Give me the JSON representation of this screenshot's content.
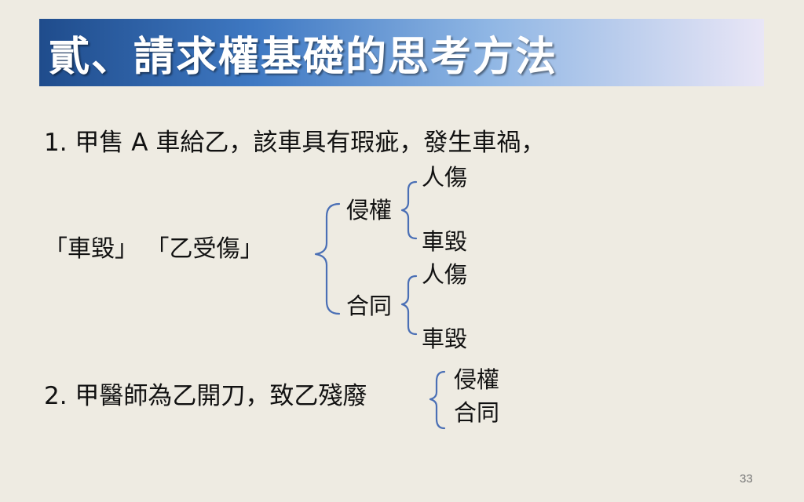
{
  "title": "貳、請求權基礎的思考方法",
  "case1": {
    "text": "1. 甲售 A 車給乙，該車具有瑕疵，發生車禍，",
    "subject": "「車毀」 「乙受傷」",
    "tort": {
      "label": "侵權",
      "injury": "人傷",
      "damage": "車毀"
    },
    "contract": {
      "label": "合同",
      "injury": "人傷",
      "damage": "車毀"
    }
  },
  "case2": {
    "text": "2. 甲醫師為乙開刀，致乙殘廢",
    "tort": "侵權",
    "contract": "合同"
  },
  "page_number": "33",
  "colors": {
    "background": "#eeebe2",
    "title_gradient_start": "#1f4c8c",
    "title_gradient_end": "#e9e6f6",
    "brace": "#4a6fb5"
  }
}
